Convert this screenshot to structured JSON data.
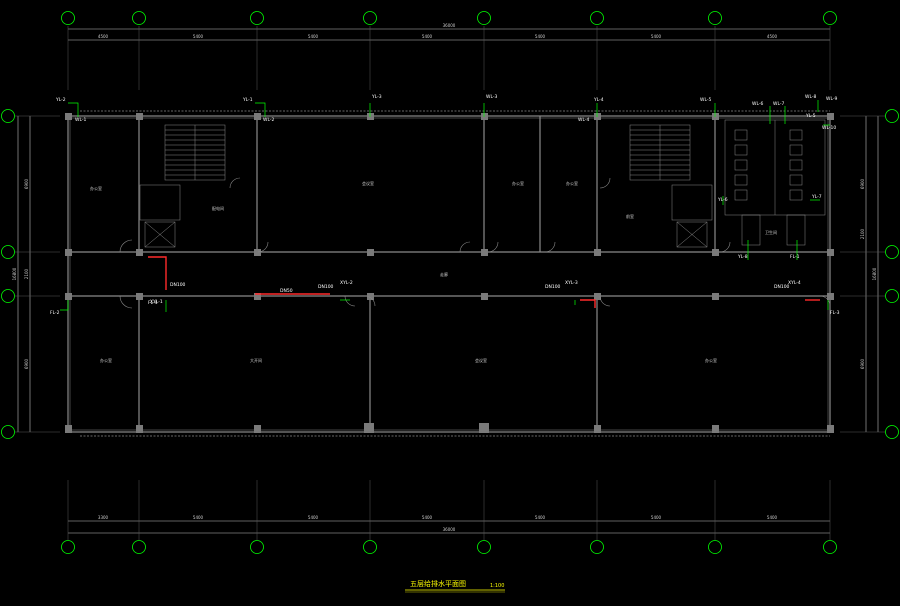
{
  "colors": {
    "background": "#000000",
    "wall": "#8a8a8a",
    "dim_line": "#bdbdbd",
    "axis_bubble": "#00ff00",
    "pipe": "#ff2a2a",
    "tag_text": "#ffffff",
    "title": "#ffff00"
  },
  "dimensions": {
    "top_overall": "36000",
    "top_segments": [
      "4500",
      "5400",
      "5400",
      "5400",
      "5400",
      "5400",
      "4500"
    ],
    "bottom_overall": "36000",
    "bottom_segments": [
      "3300",
      "5400",
      "5400",
      "5400",
      "5400",
      "5400",
      "5400"
    ],
    "left_overall": "16800",
    "left_segments": [
      "6900",
      "2100",
      "6900"
    ],
    "right_overall": "16800",
    "right_segments": [
      "6900",
      "2100",
      "6900"
    ]
  },
  "rooms": [
    {
      "label": "办公室"
    },
    {
      "label": "配电间"
    },
    {
      "label": "会议室"
    },
    {
      "label": "办公室"
    },
    {
      "label": "办公室"
    },
    {
      "label": "前室"
    },
    {
      "label": "走廊"
    },
    {
      "label": "办公室"
    },
    {
      "label": "大开间"
    },
    {
      "label": "会议室"
    },
    {
      "label": "办公室"
    },
    {
      "label": "卫生间"
    }
  ],
  "tags": {
    "risers": [
      "YL-2",
      "WL-1",
      "YL-1",
      "WL-2",
      "YL-3",
      "WL-3",
      "YL-4",
      "WL-4",
      "WL-5",
      "WL-6",
      "WL-7",
      "WL-8",
      "WL-9",
      "WL-10",
      "YL-5",
      "YL-6",
      "YL-7",
      "YL-8",
      "FL-1",
      "FL-2",
      "FL-3",
      "FL-4"
    ],
    "pipe_labels": [
      "XYL-1",
      "XYL-2",
      "XYL-3",
      "XYL-4",
      "DN100",
      "DN100",
      "DN100",
      "DN100",
      "DN50"
    ]
  },
  "title": {
    "main": "五层给排水平面图",
    "scale": "1:100"
  }
}
